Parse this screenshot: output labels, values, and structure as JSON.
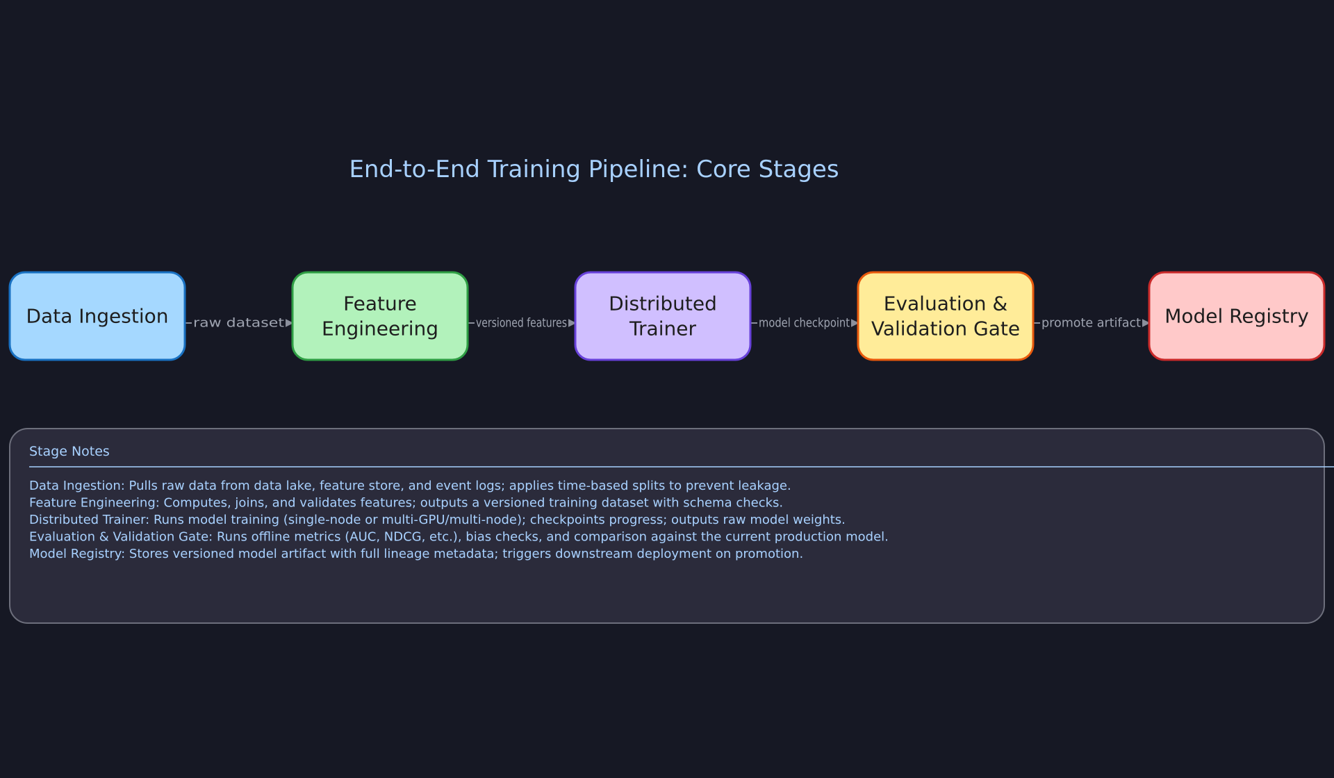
{
  "title": "End-to-End Training Pipeline: Core Stages",
  "nodes": [
    {
      "id": "data-ingestion",
      "lines": [
        "Data Ingestion"
      ],
      "fill": "#a5d8ff",
      "stroke": "#1971c2"
    },
    {
      "id": "feature-engineering",
      "lines": [
        "Feature",
        "Engineering"
      ],
      "fill": "#b2f2bb",
      "stroke": "#2f9e44"
    },
    {
      "id": "distributed-trainer",
      "lines": [
        "Distributed",
        "Trainer"
      ],
      "fill": "#d0bfff",
      "stroke": "#6741d9"
    },
    {
      "id": "evaluation-gate",
      "lines": [
        "Evaluation &",
        "Validation Gate"
      ],
      "fill": "#ffec99",
      "stroke": "#e8590c"
    },
    {
      "id": "model-registry",
      "lines": [
        "Model Registry"
      ],
      "fill": "#ffc9c9",
      "stroke": "#c92a2a"
    }
  ],
  "edges": [
    {
      "from": "data-ingestion",
      "to": "feature-engineering",
      "label": "raw dataset"
    },
    {
      "from": "feature-engineering",
      "to": "distributed-trainer",
      "label": "versioned features"
    },
    {
      "from": "distributed-trainer",
      "to": "evaluation-gate",
      "label": "model checkpoint"
    },
    {
      "from": "evaluation-gate",
      "to": "model-registry",
      "label": "promote artifact"
    }
  ],
  "notes": {
    "heading": "Stage Notes",
    "lines": [
      "Data Ingestion: Pulls raw data from data lake, feature store, and event logs; applies time-based splits to prevent leakage.",
      "Feature Engineering: Computes, joins, and validates features; outputs a versioned training dataset with schema checks.",
      "Distributed Trainer: Runs model training (single-node or multi-GPU/multi-node); checkpoints progress; outputs raw model weights.",
      "Evaluation & Validation Gate: Runs offline metrics (AUC, NDCG, etc.), bias checks, and comparison against the current production model.",
      "Model Registry: Stores versioned model artifact with full lineage metadata; triggers downstream deployment on promotion."
    ]
  },
  "colors": {
    "background": "#161824",
    "title": "#a8d1ff",
    "edge": "#8b8f9c",
    "notes_fill": "#2b2b3b",
    "notes_stroke": "#6d6f7c",
    "notes_text": "#a8d1ff"
  }
}
